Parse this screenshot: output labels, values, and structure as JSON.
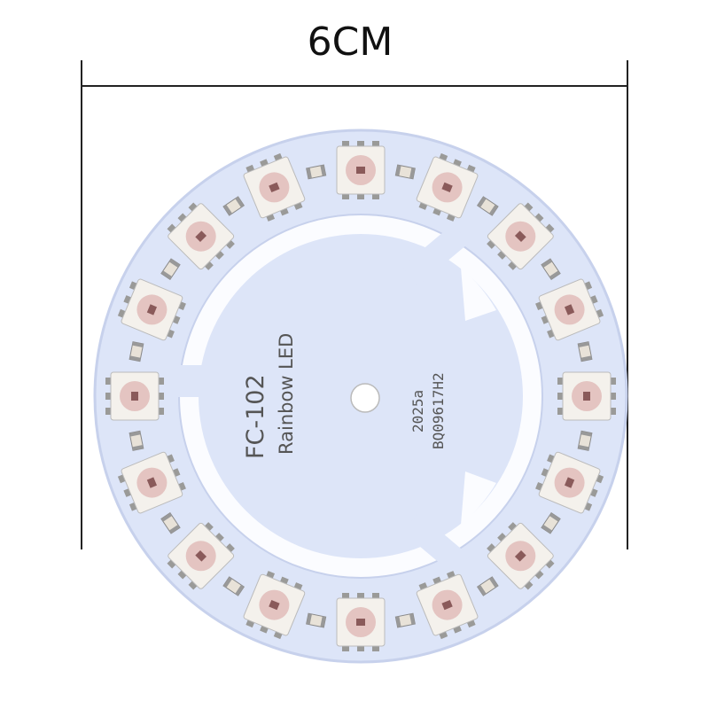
{
  "dimension": {
    "label": "6CM"
  },
  "board": {
    "model": "FC-102",
    "name": "Rainbow LED",
    "date_code": "2025a",
    "serial": "BQ09617H2",
    "led_count": 16,
    "colors": {
      "pcb": "#dfe6f9",
      "pcb_edge": "#c9d3ee",
      "led_body": "#f4f1ec",
      "led_chip": "#d9a7a5",
      "pad": "#9a9a98"
    }
  }
}
